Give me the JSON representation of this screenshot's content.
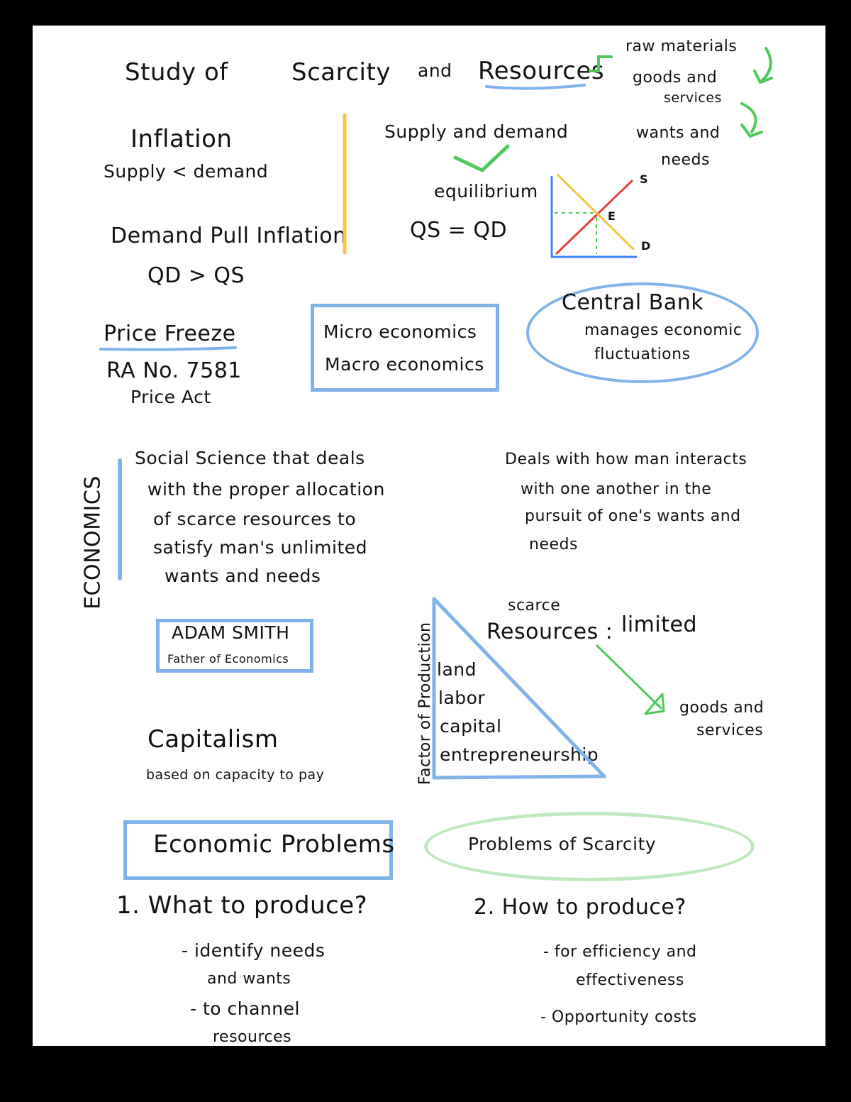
{
  "title": {
    "study_of": "Study of",
    "scarcity": "Scarcity",
    "and": "and",
    "resources": "Resources"
  },
  "resources_flow": {
    "raw_materials": "raw materials",
    "goods_and_services_1": "goods and",
    "goods_and_services_2": "services",
    "wants_and_needs_1": "wants and",
    "wants_and_needs_2": "needs"
  },
  "inflation": {
    "heading": "Inflation",
    "supply_demand": "Supply < demand",
    "demand_pull": "Demand Pull Inflation",
    "qd_qs": "QD > QS"
  },
  "supply_demand": {
    "heading": "Supply and demand",
    "equilibrium": "equilibrium",
    "equation": "QS = QD",
    "graph_label_s": "S",
    "graph_label_e": "E",
    "graph_label_d": "D"
  },
  "price_freeze": {
    "heading": "Price Freeze",
    "ra": "RA No. 7581",
    "act": "Price Act"
  },
  "micro_macro": {
    "micro": "Micro economics",
    "macro": "Macro economics"
  },
  "central_bank": {
    "heading": "Central Bank",
    "line1": "manages economic",
    "line2": "fluctuations"
  },
  "economics": {
    "side_label": "ECONOMICS",
    "def_lines": [
      "Social Science that deals",
      "with the proper allocation",
      "of scarce resources to",
      "satisfy man's unlimited",
      "wants and needs"
    ],
    "deals_lines": [
      "Deals with how man interacts",
      "with one another in the",
      "pursuit of one's wants and",
      "needs"
    ]
  },
  "adam_smith": {
    "name": "ADAM SMITH",
    "title": "Father of Economics"
  },
  "factors": {
    "side_label": "Factor of Production",
    "items": [
      "land",
      "labor",
      "capital",
      "entrepreneurship"
    ],
    "scarce": "scarce",
    "resources": "Resources :",
    "limited": "limited",
    "goods_1": "goods and",
    "goods_2": "services"
  },
  "capitalism": {
    "heading": "Capitalism",
    "desc": "based on capacity to pay"
  },
  "economic_problems": {
    "heading": "Economic Problems",
    "q1": "1. What to produce?",
    "q1_b1a": "- identify needs",
    "q1_b1b": "and wants",
    "q1_b2a": "- to channel",
    "q1_b2b": "resources"
  },
  "problems_scarcity": {
    "heading": "Problems of Scarcity",
    "q2": "2. How to produce?",
    "q2_b1a": "- for efficiency and",
    "q2_b1b": "effectiveness",
    "q2_b2": "- Opportunity costs"
  },
  "colors": {
    "blue": "#7fb3ea",
    "green": "#4fc95a",
    "yellow": "#f5c542",
    "red": "#e8413b",
    "light_green": "#bfe8bf"
  }
}
